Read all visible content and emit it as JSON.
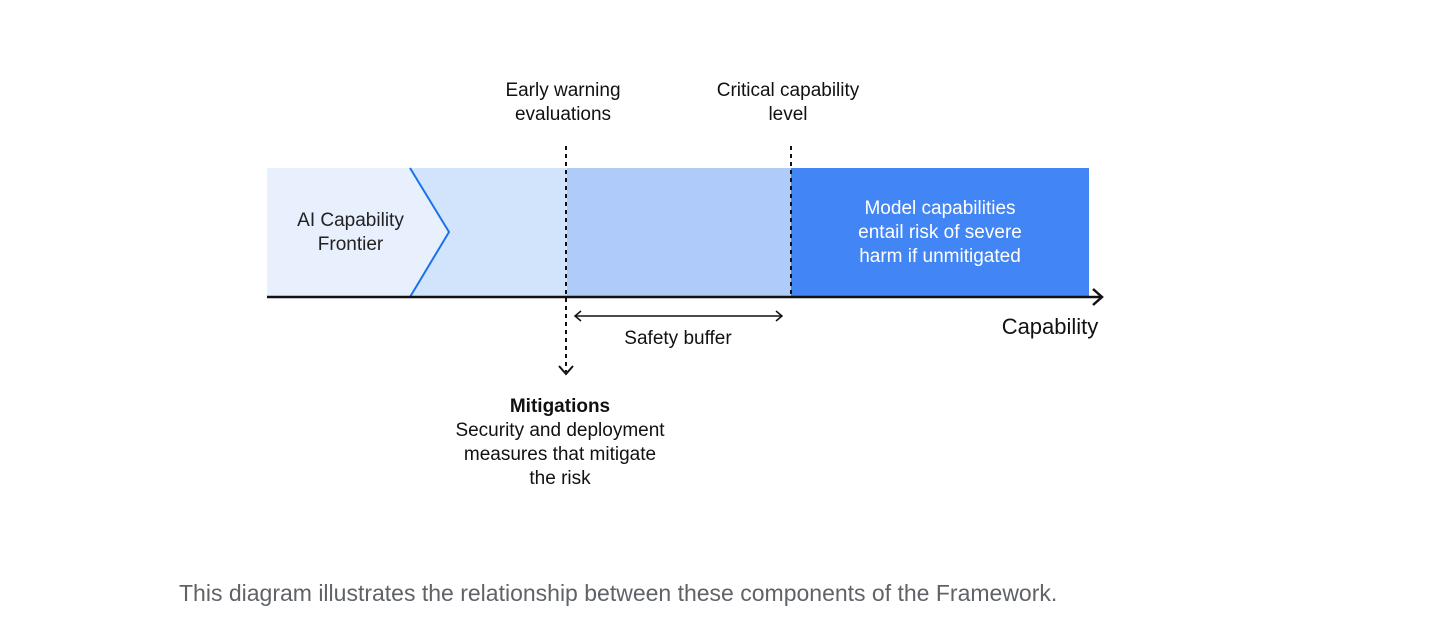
{
  "diagram": {
    "early_warning_label": "Early warning\nevaluations",
    "critical_level_label": "Critical capability\nlevel",
    "frontier_label": "AI Capability\nFrontier",
    "risk_region_label": "Model capabilities\nentail risk of severe\nharm if unmitigated",
    "safety_buffer_label": "Safety buffer",
    "axis_label": "Capability",
    "mitigations": {
      "title": "Mitigations",
      "description": "Security and deployment\nmeasures that mitigate\nthe risk"
    },
    "colors": {
      "frontier_fill": "#e8f0fd",
      "warning_fill": "#d2e3fc",
      "buffer_fill": "#aecbfa",
      "risk_fill": "#4285f4",
      "frontier_edge": "#1a73e8",
      "axis": "#111111"
    }
  },
  "caption": "This diagram illustrates the relationship between these components of the Framework."
}
